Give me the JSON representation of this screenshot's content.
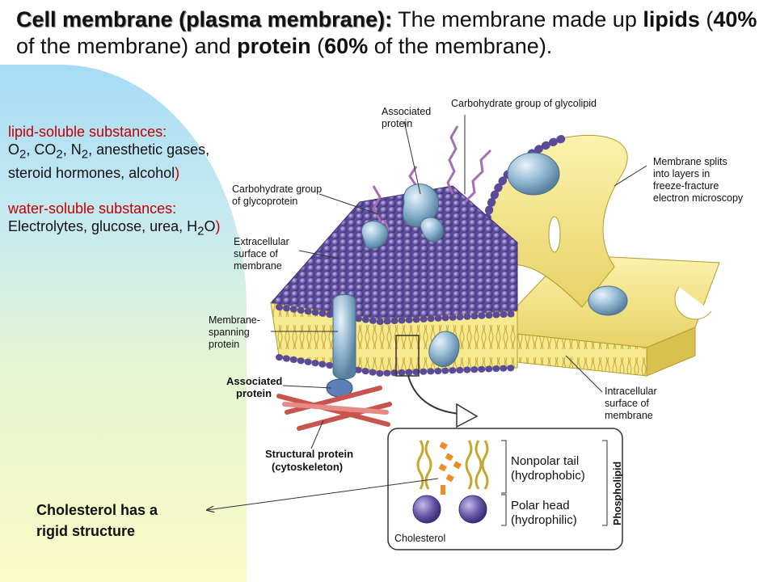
{
  "title": {
    "bold_term": "Cell membrane (plasma membrane):",
    "p1": " The membrane made up ",
    "lipids": "lipids",
    "p2": " (",
    "pct_lipid": "40%",
    "p3": " of the membrane) and ",
    "protein": "protein",
    "p4": " (",
    "pct_protein": "60%",
    "p5": " of the membrane)."
  },
  "lipid_soluble": {
    "heading": "lipid-soluble substances:",
    "o": "O",
    "o_sub": "2",
    "sep1": ", CO",
    "co_sub": "2",
    "sep2": ", N",
    "n_sub": "2",
    "rest": ", anesthetic gases, steroid hormones, alcohol",
    "close": ")"
  },
  "water_soluble": {
    "heading": "water-soluble substances:",
    "rest": " Electrolytes, glucose, urea, H",
    "h_sub": "2",
    "o": "O",
    "close": ")"
  },
  "cholesterol_note": {
    "line1": "Cholesterol has a",
    "line2": "rigid structure"
  },
  "labels": {
    "associated_protein_top": [
      "Associated",
      "protein"
    ],
    "carb_glycolipid": "Carbohydrate group of glycolipid",
    "membrane_splits": [
      "Membrane splits",
      "into layers in",
      "freeze-fracture",
      "electron microscopy"
    ],
    "carb_glycoprotein": [
      "Carbohydrate group",
      "of glycoprotein"
    ],
    "extracellular": [
      "Extracellular",
      "surface of",
      "membrane"
    ],
    "spanning": [
      "Membrane-",
      "spanning",
      "protein"
    ],
    "associated_protein_bottom": [
      "Associated",
      "protein"
    ],
    "intracellular": [
      "Intracellular",
      "surface of",
      "membrane"
    ],
    "structural": [
      "Structural protein",
      "(cytoskeleton)"
    ],
    "nonpolar": [
      "Nonpolar tail",
      "(hydrophobic)"
    ],
    "polar": [
      "Polar head",
      "(hydrophilic)"
    ],
    "phospholipid": "Phospholipid",
    "cholesterol": "Cholesterol"
  },
  "colors": {
    "head_purple": "#6a5aa8",
    "membrane_yellow": "#f3e27a",
    "protein_blue": "#93b9d2",
    "cytoskeleton_red": "#d9706a",
    "title_red": "#c00000"
  }
}
